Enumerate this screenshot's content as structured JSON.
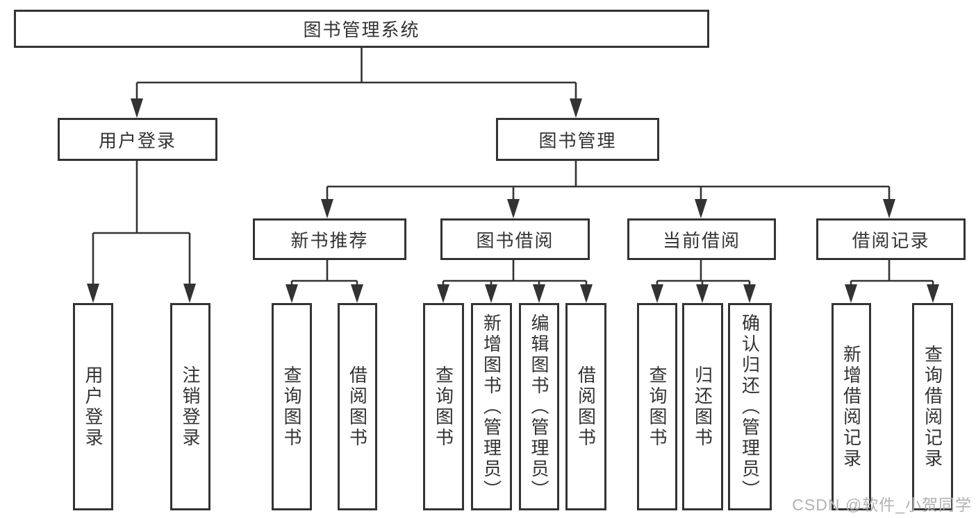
{
  "diagram": {
    "type": "hierarchy-tree",
    "root": {
      "label": "图书管理系统",
      "children": [
        {
          "label": "用户登录",
          "children": [
            {
              "label": "用户登录"
            },
            {
              "label": "注销登录"
            }
          ]
        },
        {
          "label": "图书管理",
          "children": [
            {
              "label": "新书推荐",
              "children": [
                {
                  "label": "查询图书"
                },
                {
                  "label": "借阅图书"
                }
              ]
            },
            {
              "label": "图书借阅",
              "children": [
                {
                  "label": "查询图书"
                },
                {
                  "label": "新增图书（管理员）"
                },
                {
                  "label": "编辑图书（管理员）"
                },
                {
                  "label": "借阅图书"
                }
              ]
            },
            {
              "label": "当前借阅",
              "children": [
                {
                  "label": "查询图书"
                },
                {
                  "label": "归还图书"
                },
                {
                  "label": "确认归还（管理员）"
                }
              ]
            },
            {
              "label": "借阅记录",
              "children": [
                {
                  "label": "新增借阅记录"
                },
                {
                  "label": "查询借阅记录"
                }
              ]
            }
          ]
        }
      ]
    }
  },
  "watermark": {
    "text": "CSDN @软件_小贺同学"
  },
  "colors": {
    "background": "#ffffff",
    "line": "#333333",
    "box_border": "#333333",
    "text": "#333333",
    "watermark": "#b2b2b2"
  }
}
